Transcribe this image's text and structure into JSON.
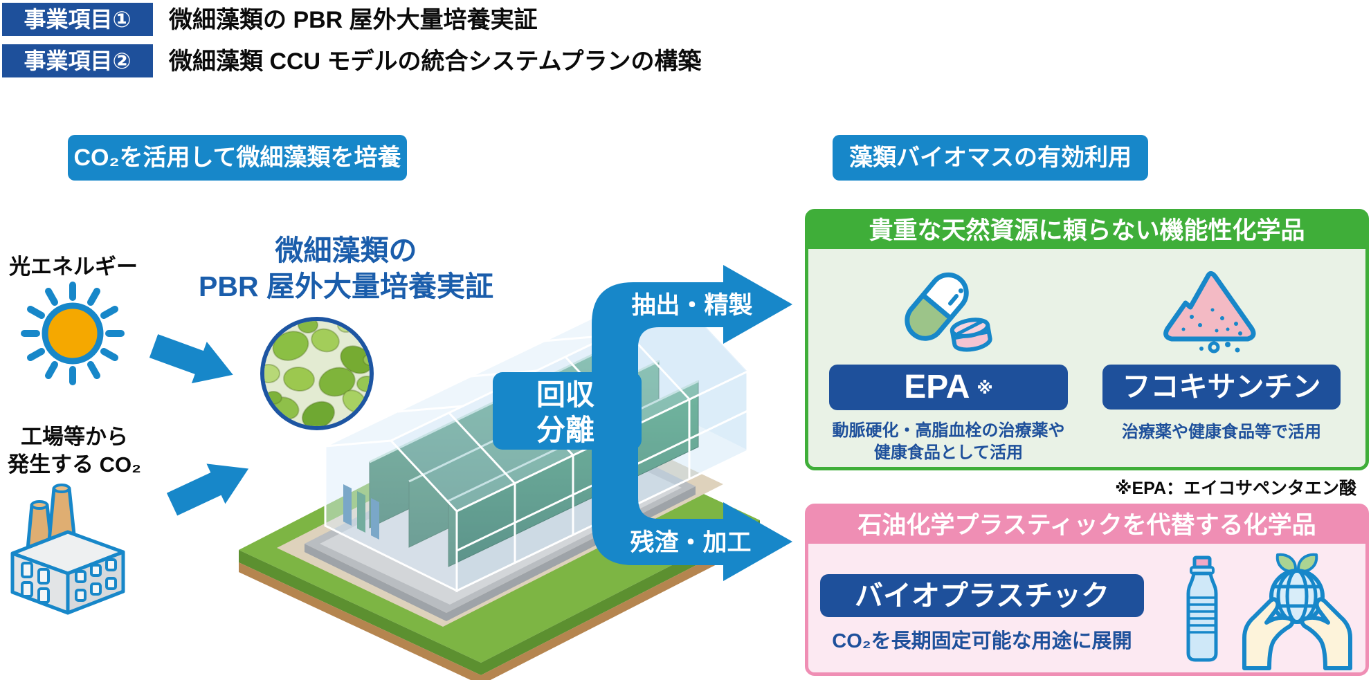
{
  "project_items": [
    {
      "badge": "事業項目①",
      "title": "微細藻類の PBR 屋外大量培養実証"
    },
    {
      "badge": "事業項目②",
      "title": "微細藻類 CCU モデルの統合システムプランの構築"
    }
  ],
  "flow": {
    "left_banner": "CO₂を活用して微細藻類を培養",
    "right_banner": "藻類バイオマスの有効利用",
    "light_label": "光エネルギー",
    "factory_label_line1": "工場等から",
    "factory_label_line2": "発生する CO₂",
    "pbr_title_line1": "微細藻類の",
    "pbr_title_line2": "PBR 屋外大量培養実証",
    "collect_line1": "回収",
    "collect_line2": "分離",
    "extract_label": "抽出・精製",
    "residue_label": "残渣・加工"
  },
  "green_panel": {
    "header": "貴重な天然資源に頼らない機能性化学品",
    "epa": {
      "label": "EPA",
      "mark": "※",
      "desc_line1": "動脈硬化・高脂血栓の治療薬や",
      "desc_line2": "健康食品として活用"
    },
    "fucoxanthin": {
      "label": "フコキサンチン",
      "desc": "治療薬や健康食品等で活用"
    },
    "footnote": "※EPA：エイコサペンタエン酸"
  },
  "pink_panel": {
    "header": "石油化学プラスティックを代替する化学品",
    "item_label": "バイオプラスチック",
    "desc": "CO₂を長期固定可能な用途に展開"
  },
  "icons": {
    "sun": "sun-icon",
    "factory": "factory-icon",
    "algae": "algae-microscope-photo",
    "greenhouse": "pbr-greenhouse-illustration",
    "capsule": "capsule-and-pills-icon",
    "powder": "fucoxanthin-powder-icon",
    "bottle": "plastic-bottle-icon",
    "hands_globe": "hands-holding-globe-icon"
  },
  "colors": {
    "bright_blue": "#1787c9",
    "navy": "#1e509b",
    "title_blue": "#1a5dab",
    "green": "#3fae39",
    "green_bg": "#e9f2e6",
    "pink": "#ef8eb4",
    "pink_bg": "#fce9f2",
    "sun_orange": "#f5a800"
  }
}
